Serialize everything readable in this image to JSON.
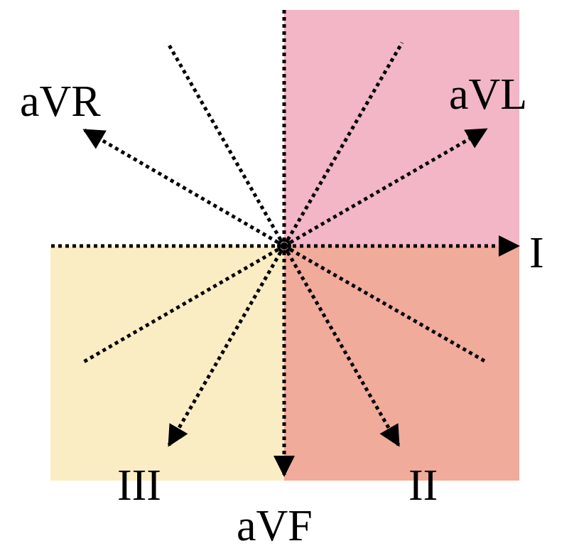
{
  "colors": {
    "quadrant_upper_right": "#f2b6c6",
    "quadrant_lower_right": "#f0ab9b",
    "quadrant_lower_left": "#faedc3",
    "axis_line": "#000000"
  },
  "leads": {
    "I": "I",
    "II": "II",
    "III": "III",
    "aVR": "aVR",
    "aVL": "aVL",
    "aVF": "aVF"
  }
}
